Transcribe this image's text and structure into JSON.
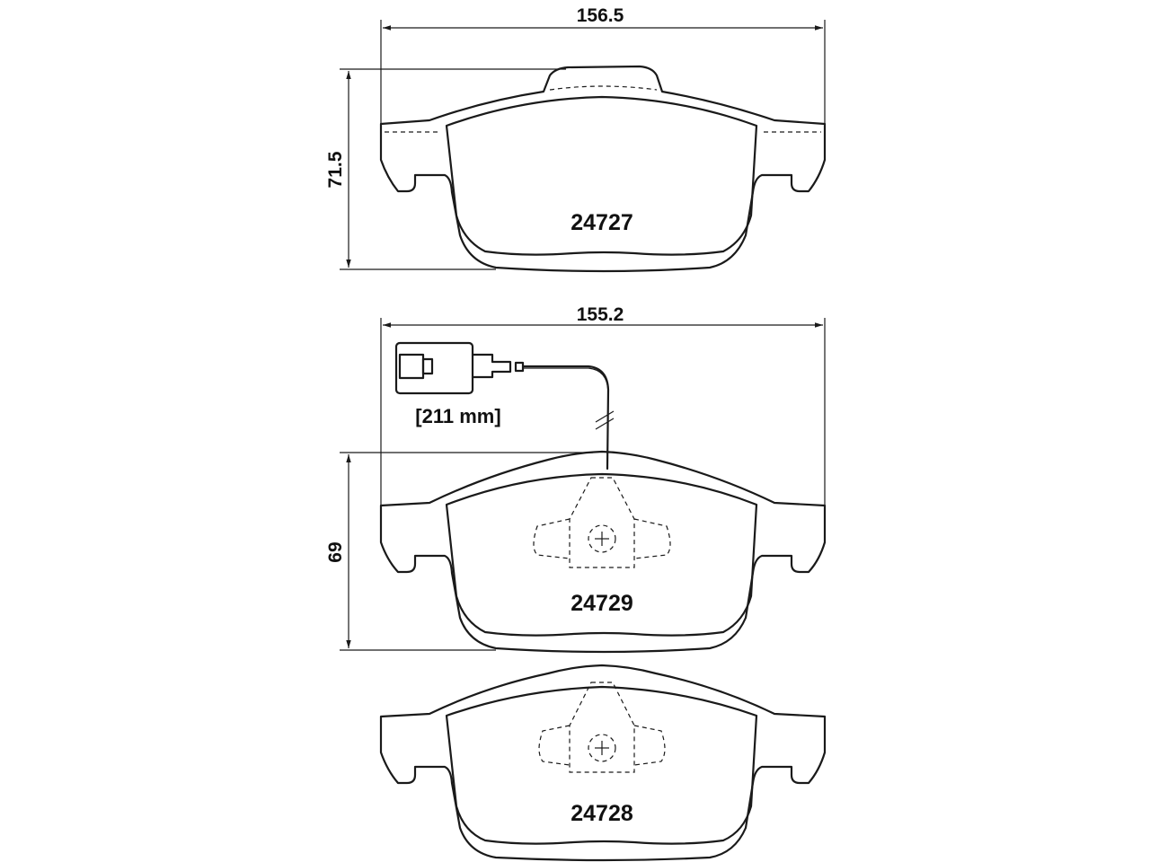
{
  "dimensions": {
    "top_pad_width": "156.5",
    "top_pad_height": "71.5",
    "middle_pad_width": "155.2",
    "middle_pad_height": "69",
    "sensor_wire_length": "[211 mm]"
  },
  "parts": {
    "top_pad_number": "24727",
    "middle_pad_number": "24729",
    "bottom_pad_number": "24728"
  }
}
